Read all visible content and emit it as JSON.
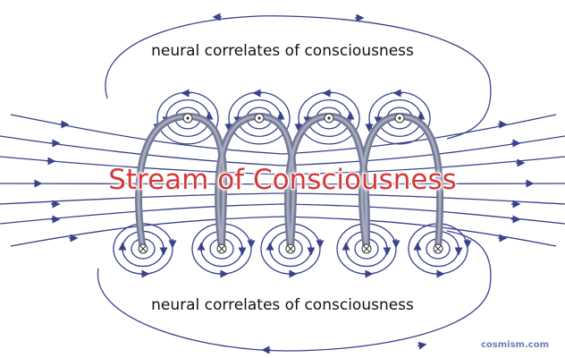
{
  "labels": {
    "top": "neural correlates of consciousness",
    "center": "Stream of Consciousness",
    "bottom": "neural correlates of consciousness"
  },
  "watermark": "cosmism.com",
  "colors": {
    "field_line": "#39428c",
    "coil": "#737a96",
    "title": "#d23a3a",
    "watermark": "#6d7fb5"
  },
  "icons": {
    "current_out": "dot-in-circle",
    "current_in": "cross-in-circle"
  }
}
